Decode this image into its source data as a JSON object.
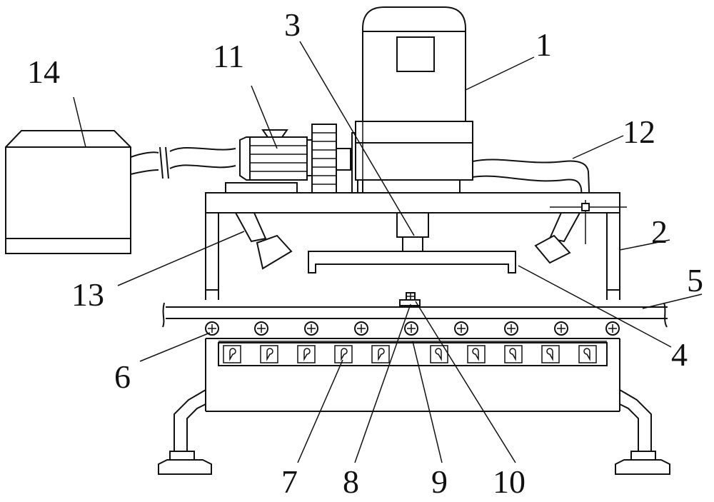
{
  "labels": [
    {
      "id": "motor",
      "text": "1"
    },
    {
      "id": "frame",
      "text": "2"
    },
    {
      "id": "shaft",
      "text": "3"
    },
    {
      "id": "press-plate",
      "text": "4"
    },
    {
      "id": "conveyor-belt",
      "text": "5"
    },
    {
      "id": "roller",
      "text": "6"
    },
    {
      "id": "heater",
      "text": "7"
    },
    {
      "id": "heating-plate",
      "text": "8"
    },
    {
      "id": "sensor",
      "text": "9"
    },
    {
      "id": "sensor-mount",
      "text": "10"
    },
    {
      "id": "blower",
      "text": "11"
    },
    {
      "id": "hose",
      "text": "12"
    },
    {
      "id": "suction-nozzle",
      "text": "13"
    },
    {
      "id": "collection-box",
      "text": "14"
    }
  ]
}
